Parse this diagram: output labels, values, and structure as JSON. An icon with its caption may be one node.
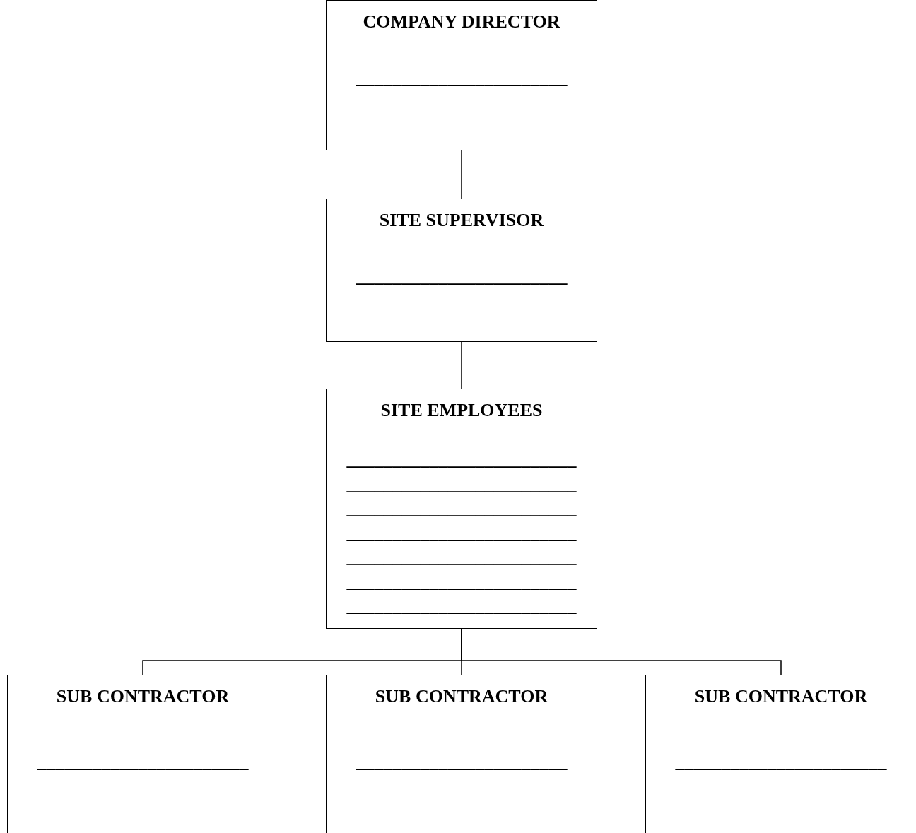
{
  "diagram": {
    "nodes": [
      {
        "text": [
          "COMPANY DIRECTOR",
          "_______________________"
        ]
      },
      {
        "text": [
          "SITE SUPERVISOR",
          "_______________________"
        ]
      },
      {
        "text": [
          "SITE EMPLOYEES",
          "_________________________",
          "_________________________",
          "_________________________",
          "_________________________",
          "_________________________",
          "_________________________",
          "_________________________"
        ]
      },
      {
        "text": [
          "SUB CONTRACTOR",
          "_______________________"
        ]
      },
      {
        "text": [
          "SUB CONTRACTOR",
          "_______________________"
        ]
      },
      {
        "text": [
          "SUB CONTRACTOR",
          "_______________________"
        ]
      }
    ],
    "edges": [
      {
        "from": 0,
        "to": 1,
        "arrow": "none"
      },
      {
        "from": 1,
        "to": 2,
        "arrow": "none"
      },
      {
        "from": 2,
        "to": 3,
        "arrow": "none"
      },
      {
        "from": 2,
        "to": 4,
        "arrow": "none"
      },
      {
        "from": 2,
        "to": 5,
        "arrow": "none"
      }
    ]
  }
}
